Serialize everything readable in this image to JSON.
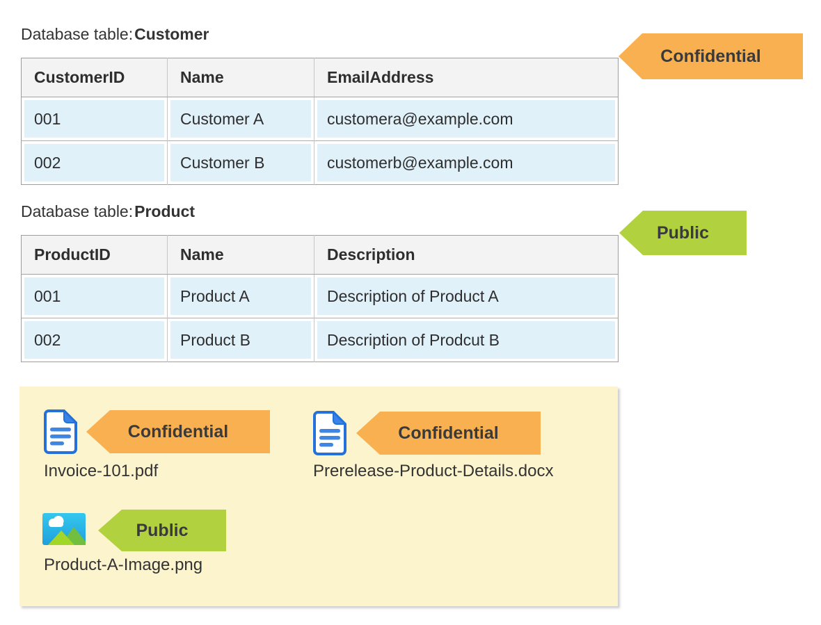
{
  "tables": [
    {
      "label_prefix": "Database table:",
      "name": "Customer",
      "columns": [
        "CustomerID",
        "Name",
        "EmailAddress"
      ],
      "rows": [
        [
          "001",
          "Customer A",
          "customera@example.com"
        ],
        [
          "002",
          "Customer B",
          "customerb@example.com"
        ]
      ],
      "tag": {
        "label": "Confidential",
        "color": "#f9b050"
      }
    },
    {
      "label_prefix": "Database table:",
      "name": "Product",
      "columns": [
        "ProductID",
        "Name",
        "Description"
      ],
      "rows": [
        [
          "001",
          "Product A",
          "Description of Product A"
        ],
        [
          "002",
          "Product B",
          "Description of Prodcut B"
        ]
      ],
      "tag": {
        "label": "Public",
        "color": "#b1d23e"
      }
    }
  ],
  "files": [
    {
      "name": "Invoice-101.pdf",
      "icon": "document-icon",
      "tag": {
        "label": "Confidential",
        "color": "#f9b050"
      }
    },
    {
      "name": "Prerelease-Product-Details.docx",
      "icon": "document-icon",
      "tag": {
        "label": "Confidential",
        "color": "#f9b050"
      }
    },
    {
      "name": "Product-A-Image.png",
      "icon": "image-icon",
      "tag": {
        "label": "Public",
        "color": "#b1d23e"
      }
    }
  ],
  "colors": {
    "confidential_orange": "#f9b050",
    "public_green": "#b1d23e",
    "file_panel_yellow": "#fcf4cd",
    "table_row_blue": "#e0f1fa",
    "table_header_gray": "#f3f3f3",
    "text": "#303030"
  }
}
